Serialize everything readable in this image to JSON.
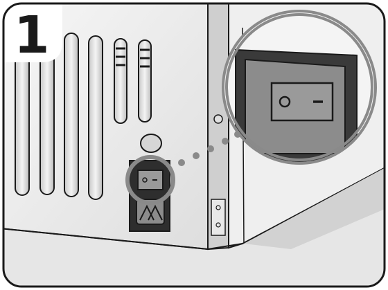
{
  "figure": {
    "step_number": "1",
    "subject": "power-switch",
    "switch_symbols": [
      "O",
      "-"
    ],
    "colors": {
      "outline": "#1a1a1a",
      "panel_light": "#f2f2f2",
      "panel_mid": "#d9d9d9",
      "panel_shadow": "#b3b3b3",
      "switch_dark": "#3a3a3a",
      "switch_face": "#8c8c8c",
      "dots": "#8a8a8a"
    }
  }
}
